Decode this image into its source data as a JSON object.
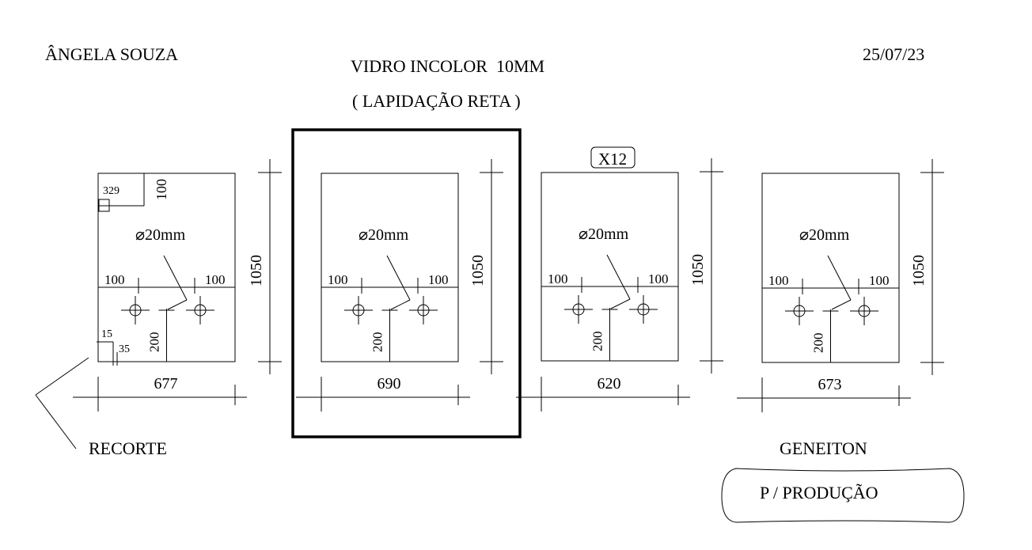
{
  "header": {
    "client": "ÂNGELA SOUZA",
    "date": "25/07/23",
    "material": "VIDRO INCOLOR  10MM",
    "finish": "( LAPIDAÇÃO RETA )"
  },
  "quantity_badge": "X12",
  "panels": [
    {
      "width": "677",
      "height": "1050",
      "hole": "⌀20mm",
      "left_offset": "100",
      "right_offset": "100",
      "bottom_offset": "200",
      "notch": {
        "width": "329",
        "height": "100"
      },
      "corner": {
        "a": "15",
        "b": "35"
      }
    },
    {
      "width": "690",
      "height": "1050",
      "hole": "⌀20mm",
      "left_offset": "100",
      "right_offset": "100",
      "bottom_offset": "200"
    },
    {
      "width": "620",
      "height": "1050",
      "hole": "⌀20mm",
      "left_offset": "100",
      "right_offset": "100",
      "bottom_offset": "200"
    },
    {
      "width": "673",
      "height": "1050",
      "hole": "⌀20mm",
      "left_offset": "100",
      "right_offset": "100",
      "bottom_offset": "200"
    }
  ],
  "labels": {
    "recorte": "RECORTE",
    "customer_name": "GENEITON",
    "production": "P / PRODUÇÃO"
  }
}
